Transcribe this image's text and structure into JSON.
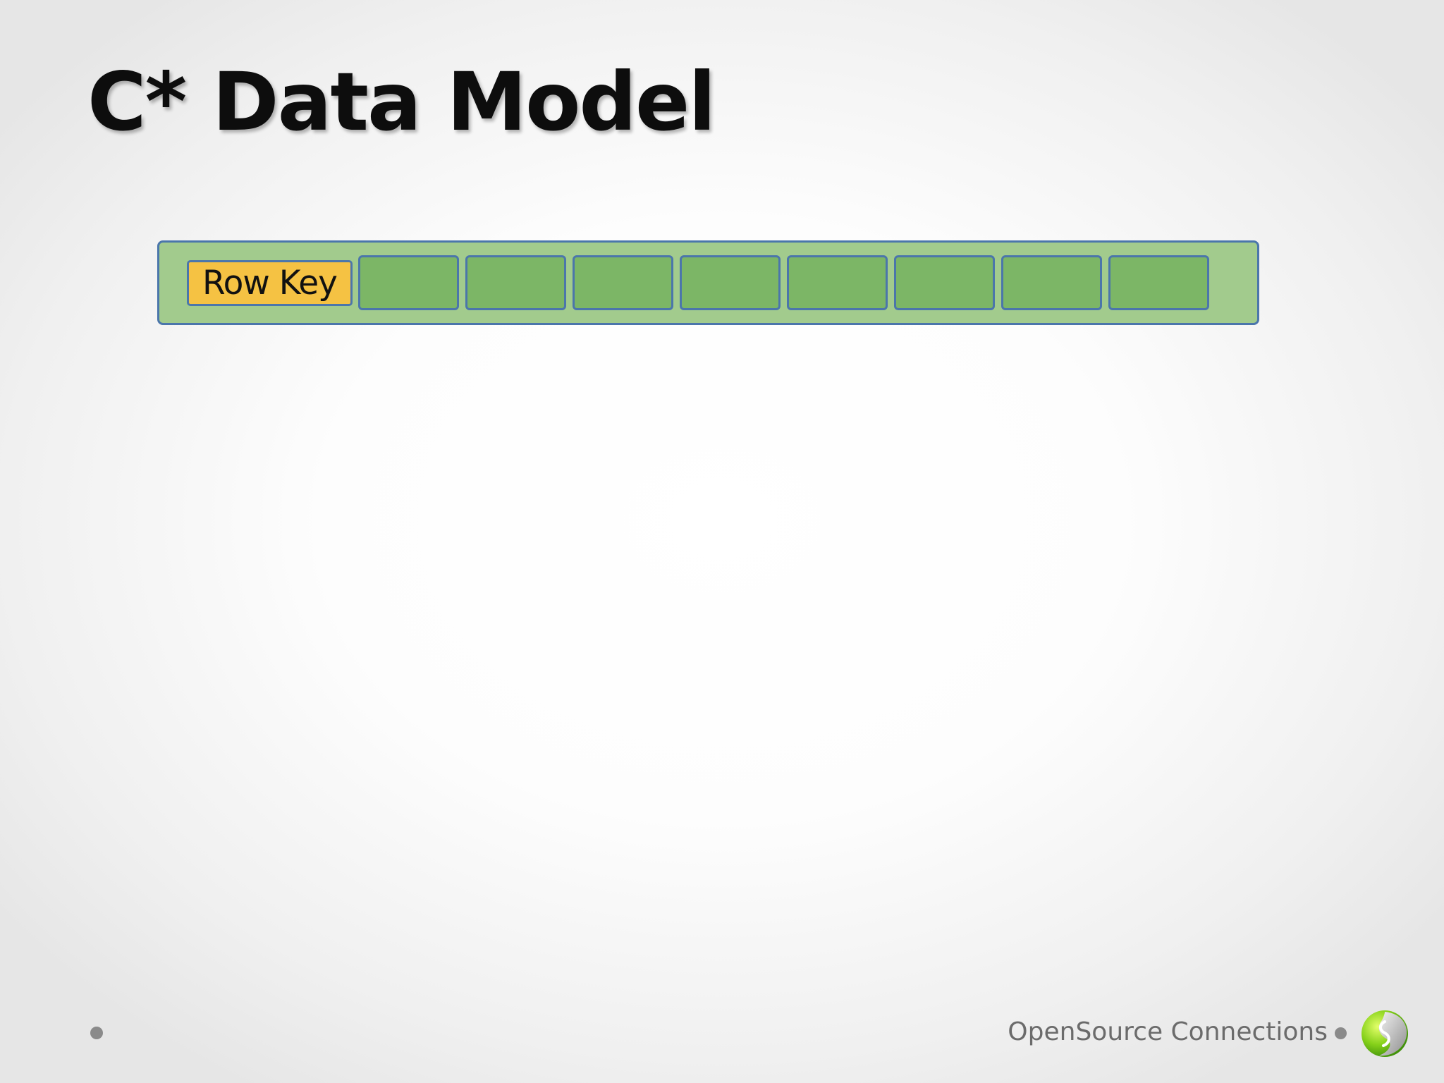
{
  "slide": {
    "title": "C* Data Model"
  },
  "diagram": {
    "row_key_label": "Row Key",
    "column_cell_count": 8,
    "colors": {
      "row_fill": "#a2cb8d",
      "cell_fill": "#7cb666",
      "key_fill": "#f5c243",
      "border": "#4b76ab"
    }
  },
  "footer": {
    "brand_text": "OpenSource Connections",
    "logo": "opensource-connections-logo"
  }
}
